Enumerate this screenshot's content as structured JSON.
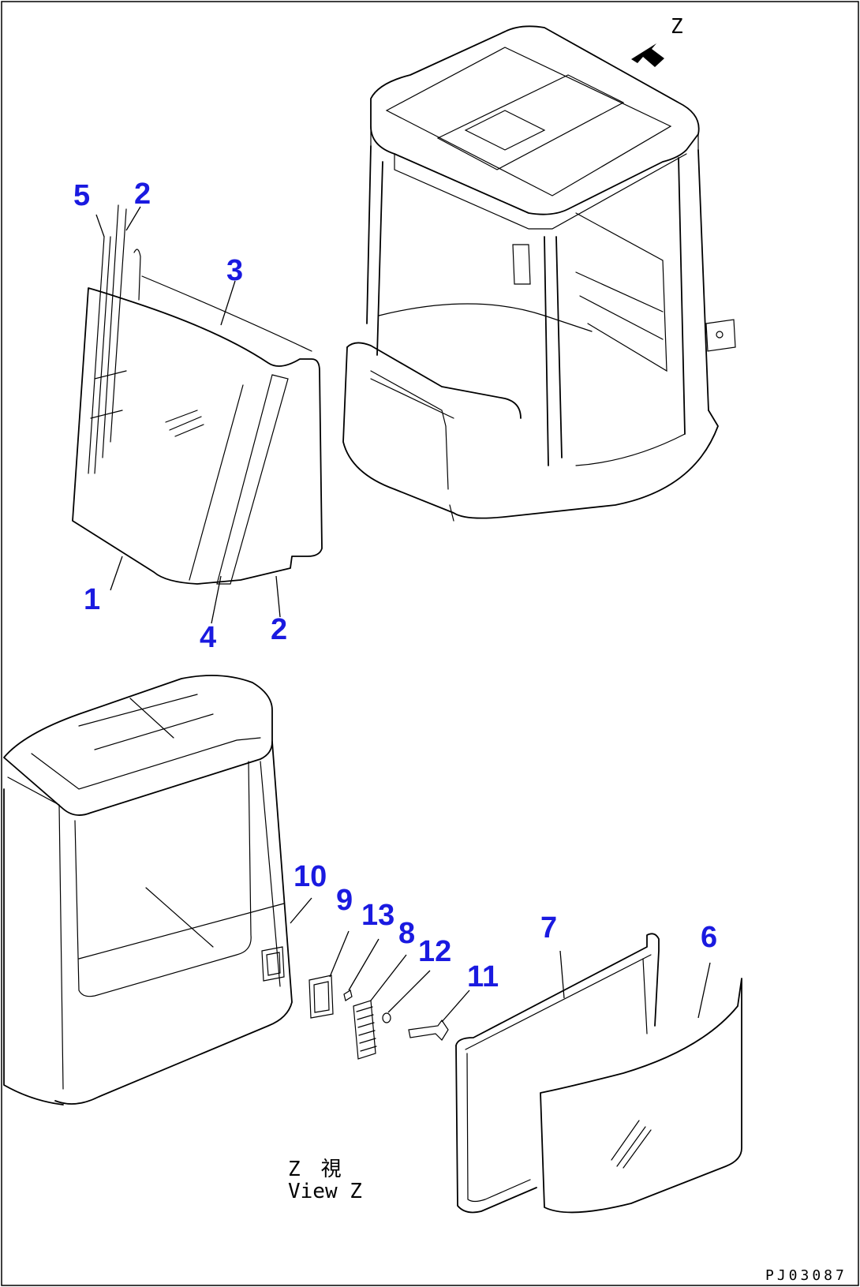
{
  "view_marker": "Z",
  "view_label_jp": "Z　視",
  "view_label_en": "View Z",
  "drawing_ref": "PJ03087",
  "callouts": {
    "c1": "1",
    "c2a": "2",
    "c2b": "2",
    "c3": "3",
    "c4": "4",
    "c5": "5",
    "c6": "6",
    "c7": "7",
    "c8": "8",
    "c9": "9",
    "c10": "10",
    "c11": "11",
    "c12": "12",
    "c13": "13"
  },
  "colors": {
    "callout": "#1a1ae0",
    "line": "#000000",
    "background": "#ffffff"
  }
}
